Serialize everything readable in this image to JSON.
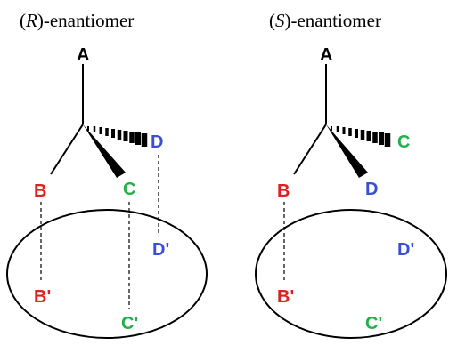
{
  "panels": {
    "left": {
      "title_prefix": "(",
      "title_italic": "R",
      "title_suffix": ")-enantiomer",
      "atoms": {
        "top": "A",
        "left": "B",
        "front": "C",
        "back": "D"
      },
      "site_labels": {
        "B": "B'",
        "C": "C'",
        "D": "D'"
      }
    },
    "right": {
      "title_prefix": "(",
      "title_italic": "S",
      "title_suffix": ")-enantiomer",
      "atoms": {
        "top": "A",
        "left": "B",
        "back": "C",
        "front": "D"
      },
      "site_labels": {
        "B": "B'",
        "C": "C'",
        "D": "D'"
      }
    }
  },
  "colors": {
    "A": "#000000",
    "B": "#e02020",
    "C": "#22b04a",
    "D": "#3b4fd6"
  }
}
